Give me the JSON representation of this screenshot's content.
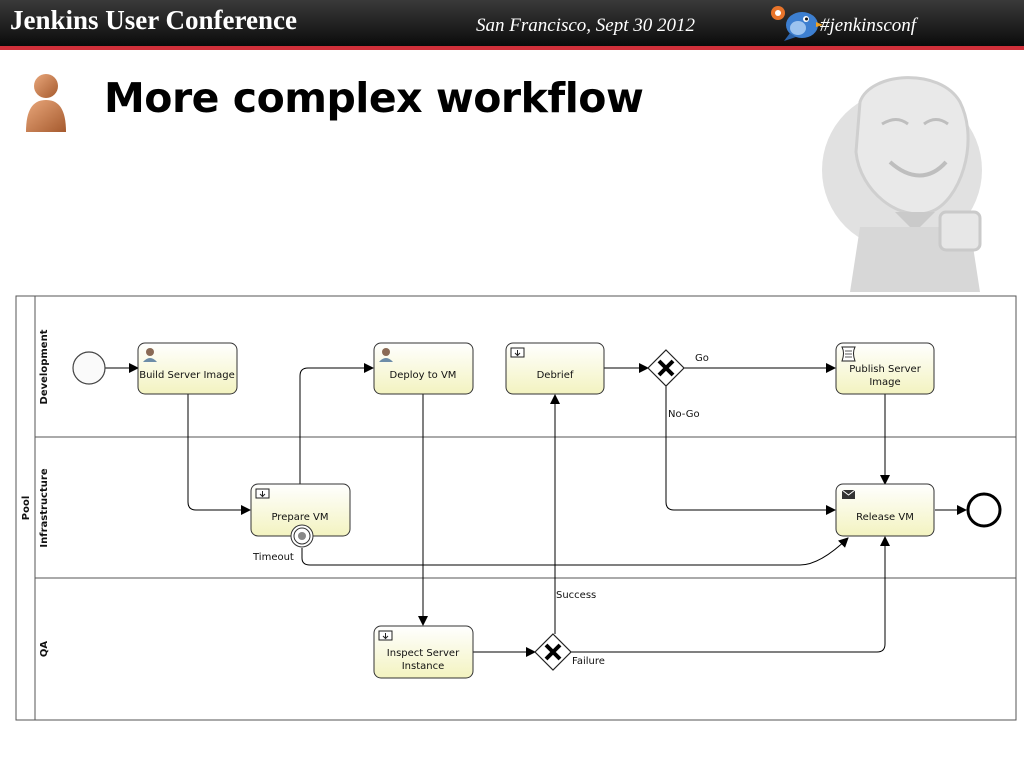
{
  "header": {
    "title": "Jenkins User Conference",
    "place_date": "San Francisco, Sept 30 2012",
    "hashtag": "#jenkinsconf"
  },
  "slide": {
    "title": "More complex workflow"
  },
  "diagram": {
    "pool": "Pool",
    "lanes": [
      "Development",
      "Infrastructure",
      "QA"
    ],
    "tasks": {
      "build_server_image": "Build Server Image",
      "deploy_to_vm": "Deploy to VM",
      "debrief": "Debrief",
      "publish_line1": "Publish Server",
      "publish_line2": "Image",
      "prepare_vm": "Prepare VM",
      "release_vm": "Release VM",
      "inspect_line1": "Inspect Server",
      "inspect_line2": "Instance"
    },
    "flow_labels": {
      "go": "Go",
      "no_go": "No-Go",
      "timeout": "Timeout",
      "success": "Success",
      "failure": "Failure"
    }
  },
  "colors": {
    "header_bg": "#1a1a1a",
    "header_accent": "#d0303a",
    "task_fill": "#fbfbd6",
    "task_stroke": "#333333"
  },
  "icons": [
    "bird-logo-icon",
    "person-icon",
    "jenkins-butler-icon",
    "user-task-icon",
    "service-task-icon",
    "script-task-icon",
    "envelope-icon",
    "timer-event-icon",
    "exclusive-gateway-icon"
  ]
}
